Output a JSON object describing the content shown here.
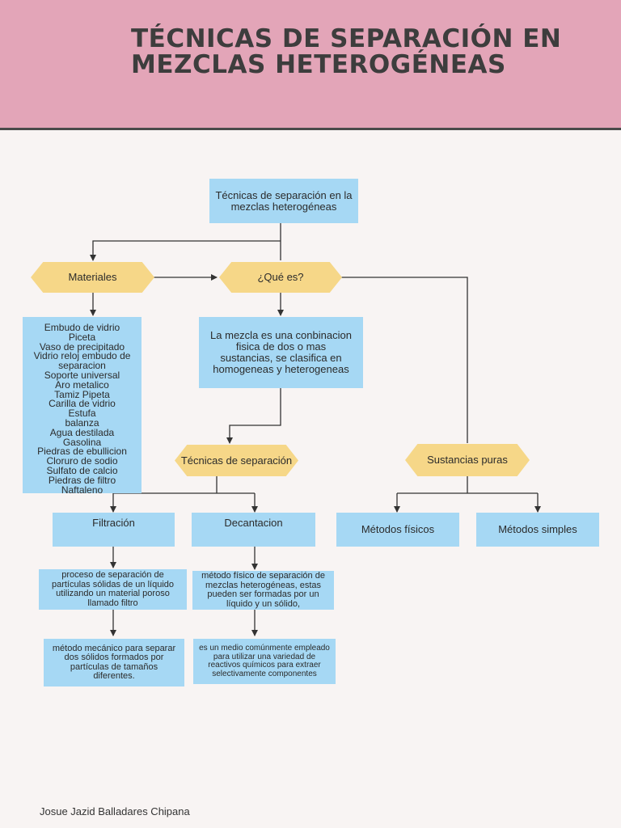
{
  "header": {
    "title": "TÉCNICAS DE SEPARACIÓN EN MEZCLAS HETEROGÉNEAS",
    "background": "#e3a5b8"
  },
  "diagram": {
    "root": "Técnicas de separación en la mezclas heterogéneas",
    "materiales_label": "Materiales",
    "que_es_label": "¿Qué es?",
    "materiales_list": [
      "Embudo de vidrio",
      "Piceta",
      "Vaso de precipitado",
      "Vidrio reloj embudo de separacion",
      "Soporte universal",
      "Aro metalico",
      "Tamiz Pipeta",
      "Carilla de vidrio",
      "Estufa",
      "balanza",
      "Agua destilada",
      "Gasolina",
      "Piedras de ebullicion",
      "Cloruro de sodio",
      "Sulfato de calcio",
      "Piedras de filtro",
      "Naftaleno"
    ],
    "definition": "La mezcla es una conbinacion fisica de dos o mas sustancias, se clasifica en homogeneas y heterogeneas",
    "tecnicas_label": "Técnicas de separación",
    "sustancias_label": "Sustancias puras",
    "filtracion": "Filtración",
    "decantacion": "Decantacion",
    "metodos_fisicos": "Métodos físicos",
    "metodos_simples": "Métodos simples",
    "filtracion_desc1": "proceso de separación de partículas sólidas de un líquido utilizando un material poroso llamado filtro",
    "filtracion_desc2": "método mecánico para separar dos sólidos formados por partículas de tamaños diferentes.",
    "decantacion_desc1": "método físico de separación de mezclas heterogéneas, estas pueden ser formadas por un líquido y un sólido,",
    "decantacion_desc2": "es un medio comúnmente empleado para utilizar una variedad de reactivos químicos para extraer selectivamente componentes",
    "colors": {
      "box": "#a6d8f4",
      "hexagon": "#f6d788",
      "line": "#333333"
    }
  },
  "footer": {
    "author": "Josue Jazid Balladares Chipana"
  }
}
